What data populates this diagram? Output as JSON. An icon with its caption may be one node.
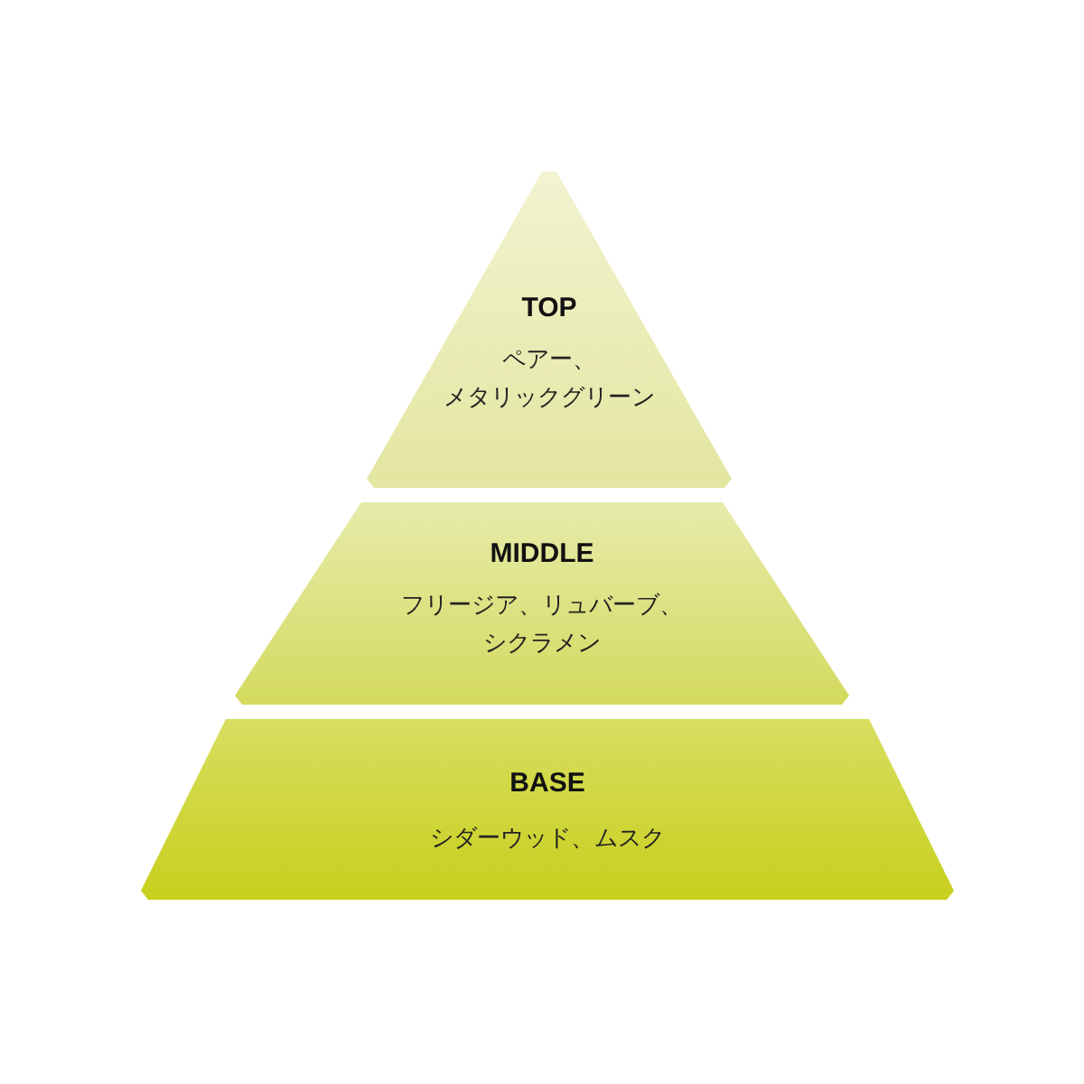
{
  "diagram": {
    "nodes": [
      {
        "text": [
          "TOP",
          "ペアー、メタリックグリーン"
        ]
      },
      {
        "text": [
          "MIDDLE",
          "フリージア、リュバーブ、シクラメン"
        ]
      },
      {
        "text": [
          "BASE",
          "シダーウッド、ムスク"
        ]
      }
    ]
  }
}
